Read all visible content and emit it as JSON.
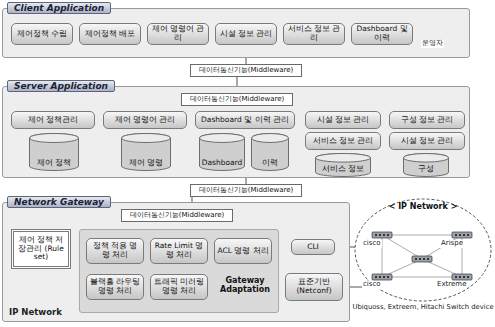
{
  "diagram": {
    "nodes": [
      {
        "text": [
          "Client Application"
        ]
      },
      {
        "text": [
          "제어정책 수립"
        ],
        "in": 0
      },
      {
        "text": [
          "제어정책 배포"
        ],
        "in": 0
      },
      {
        "text": [
          "제어 명령어 관리"
        ],
        "in": 0
      },
      {
        "text": [
          "시설 정보 관리"
        ],
        "in": 0
      },
      {
        "text": [
          "서비스 정보 관리"
        ],
        "in": 0
      },
      {
        "text": [
          "Dashboard 및 이력"
        ],
        "in": 0
      },
      {
        "text": [
          "데이터통신기능(Middleware)"
        ]
      },
      {
        "text": [
          "Server Application"
        ]
      },
      {
        "text": [
          "데이터통신기능(Middleware)"
        ],
        "in": 8
      },
      {
        "text": [
          "제어 정책관리"
        ],
        "in": 8
      },
      {
        "text": [
          "제어 명령어 관리"
        ],
        "in": 8
      },
      {
        "text": [
          "Dashboard 및 이력 관리"
        ],
        "in": 8
      },
      {
        "text": [
          "시설 정보 관리"
        ],
        "in": 8
      },
      {
        "text": [
          "구성 정보 관리"
        ],
        "in": 8
      },
      {
        "text": [
          "서비스 정보 관리"
        ],
        "in": 8
      },
      {
        "text": [
          "시설 정보 관리"
        ],
        "in": 8
      },
      {
        "text": [
          "제어 정책"
        ],
        "in": 8
      },
      {
        "text": [
          "제어 명령"
        ],
        "in": 8
      },
      {
        "text": [
          "Dashboard"
        ],
        "in": 8
      },
      {
        "text": [
          "이력"
        ],
        "in": 8
      },
      {
        "text": [
          "서비스 정보"
        ],
        "in": 8
      },
      {
        "text": [
          "구성"
        ],
        "in": 8
      },
      {
        "text": [
          "데이터통신기능(Middleware)"
        ]
      },
      {
        "text": [
          "Network Gateway",
          "IP Network"
        ]
      },
      {
        "text": [
          "데이터통신기능(Middleware)"
        ],
        "in": 24
      },
      {
        "text": [
          "제어 정책 저장관리 (Rule set)"
        ],
        "in": 24
      },
      {
        "text": [
          "Gateway Adaptation"
        ],
        "in": 24
      },
      {
        "text": [
          "정책 적용 명령 처리"
        ],
        "in": 27
      },
      {
        "text": [
          "Rate Limit 명령 처리"
        ],
        "in": 27
      },
      {
        "text": [
          "ACL 명령 처리"
        ],
        "in": 27
      },
      {
        "text": [
          "블랙홀 라우팅 명령 처리"
        ],
        "in": 27
      },
      {
        "text": [
          "트래픽 미러링 명령 처리"
        ],
        "in": 27
      },
      {
        "text": [
          "CLI"
        ],
        "in": 24
      },
      {
        "text": [
          "표준기반 (Netconf)"
        ],
        "in": 24
      },
      {
        "text": [
          "< IP Network >",
          "Ubiquoss, Extreem, Hitachi Switch device"
        ]
      }
    ],
    "edges": [
      {
        "from": 0,
        "to": 7,
        "arrow": "none"
      },
      {
        "from": 7,
        "to": 9,
        "arrow": "none"
      },
      {
        "from": 8,
        "to": 23,
        "arrow": "none"
      },
      {
        "from": 23,
        "to": 25,
        "arrow": "none"
      },
      {
        "from": 33,
        "to": 35,
        "arrow": "none"
      },
      {
        "from": 34,
        "to": 35,
        "arrow": "none"
      }
    ],
    "labels": [
      "운영자",
      "cisco",
      "Arispe",
      "cisco",
      "Extreme"
    ]
  }
}
